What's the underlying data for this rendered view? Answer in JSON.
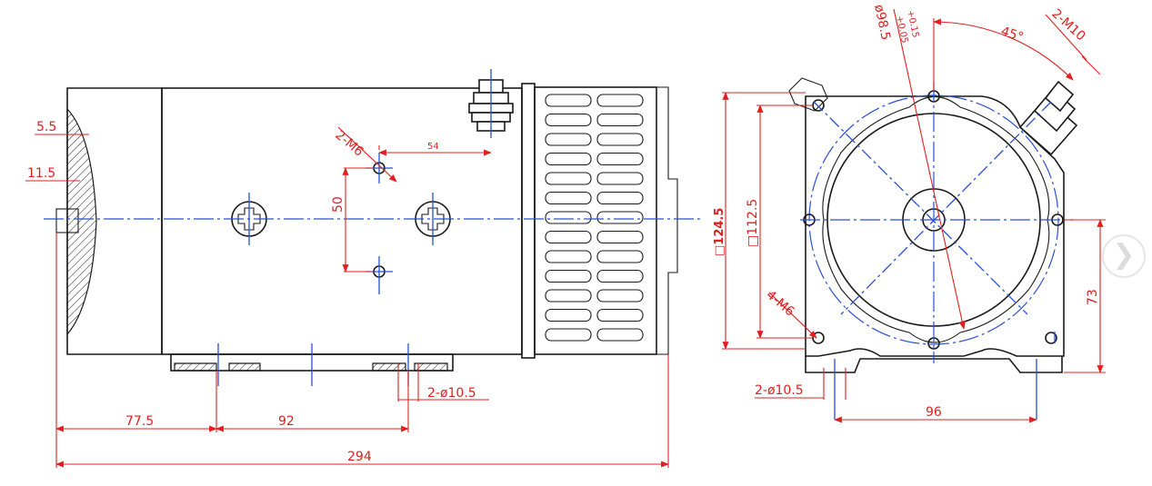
{
  "colors": {
    "outline": "#1a1a1a",
    "centerline": "#2b4fd6",
    "dimension": "#e02020"
  },
  "dimensions": {
    "d_5_5": "5.5",
    "d_11_5": "11.5",
    "d_2m6": "2-M6",
    "d_54": "54",
    "d_50": "50",
    "d_2phi_side": "2-ø10.5",
    "d_77_5": "77.5",
    "d_92": "92",
    "d_294": "294",
    "d_phi98": "ø98.5",
    "d_tol_up": "+0.15",
    "d_tol_dn": "+0.05",
    "d_45": "45°",
    "d_2m10": "2-M10",
    "d_sq124": "□124.5",
    "d_sq112": "□112.5",
    "d_4m6": "4-M6",
    "d_73": "73",
    "d_2phi_end": "2-ø10.5",
    "d_96": "96"
  },
  "icons": {
    "next": "chevron-right-icon"
  }
}
